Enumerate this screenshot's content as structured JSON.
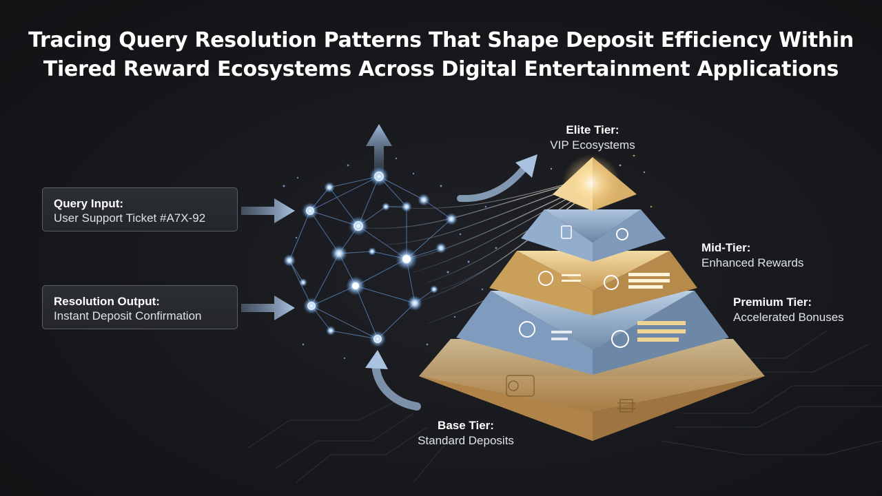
{
  "title": {
    "line1": "Tracing Query Resolution Patterns That Shape Deposit Efficiency Within",
    "line2": "Tiered Reward Ecosystems Across Digital Entertainment Applications"
  },
  "inputs": [
    {
      "key": "Query Input:",
      "value": "User Support Ticket #A7X-92"
    },
    {
      "key": "Resolution Output:",
      "value": "Instant Deposit Confirmation"
    }
  ],
  "tiers": {
    "elite": {
      "key": "Elite Tier:",
      "value": "VIP Ecosystems"
    },
    "mid": {
      "key": "Mid-Tier:",
      "value": "Enhanced Rewards"
    },
    "premium": {
      "key": "Premium Tier:",
      "value": "Accelerated Bonuses"
    },
    "base": {
      "key": "Base Tier:",
      "value": "Standard Deposits"
    }
  },
  "icons": [
    "arrow-right-icon",
    "arrow-up-icon",
    "curved-arrow-icon",
    "dollar-coin-icon",
    "card-icon",
    "chip-icon",
    "network-graph"
  ],
  "colors": {
    "background": "#17181c",
    "gold": "#e9c27d",
    "blue": "#8fb0d4",
    "node_glow": "#9cc9ff"
  }
}
